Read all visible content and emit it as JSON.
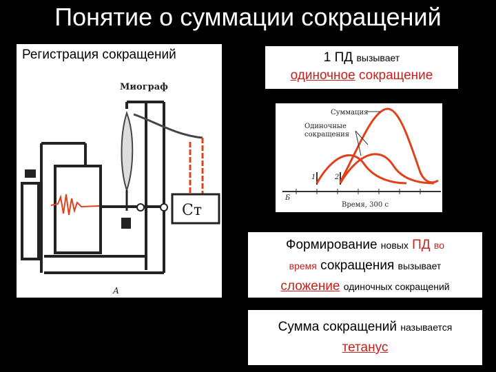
{
  "title": "Понятие о суммации сокращений",
  "registration": {
    "label": "Регистрация сокращений"
  },
  "apparatus": {
    "myograph_label": "Миограф",
    "stim_label": "Ст",
    "figure_letter": "А"
  },
  "pd_box": {
    "line1_main": "1 ПД",
    "line1_small": "вызывает",
    "line2_red": "одиночное",
    "line2_rest": "сокращение"
  },
  "graph": {
    "label_sum": "Суммация",
    "label_single": "Одиночные",
    "label_single2": "сокращения",
    "mark1": "1",
    "mark2": "2",
    "letter": "Б",
    "axis_label": "Время, 300 с"
  },
  "formation_box": {
    "w1": "Формирование",
    "w2": "новых",
    "w3": "ПД",
    "w4": "во",
    "w5": "время",
    "w6": "сокращения",
    "w7": "вызывает",
    "w8": "сложение",
    "w9": "одиночных сокращений"
  },
  "sum_box": {
    "w1": "Сумма сокращений",
    "w2": "называется",
    "w3": "тетанус"
  }
}
